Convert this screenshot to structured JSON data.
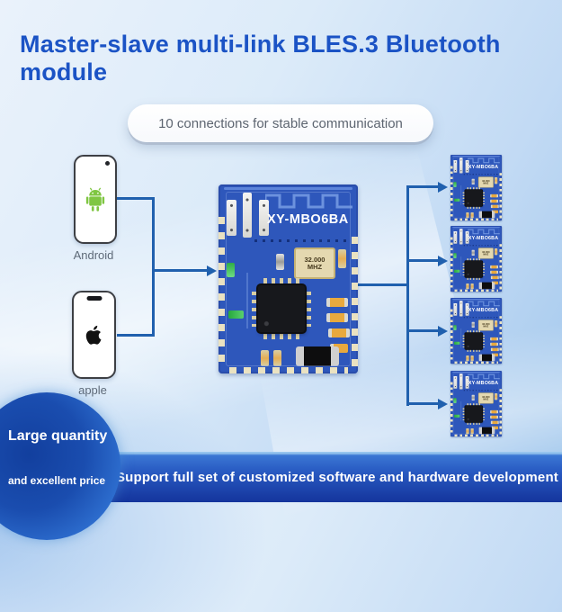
{
  "title": "Master-slave multi-link BLES.3 Bluetooth module",
  "banner": {
    "text": "10 connections for stable communication"
  },
  "devices": {
    "android_label": "Android",
    "apple_label": "apple"
  },
  "module": {
    "name": "XY-MBO6BA",
    "crystal_freq": "32.000",
    "crystal_unit": "MHZ"
  },
  "slaves": {
    "count": 4
  },
  "badge": {
    "title": "Large quantity",
    "subtitle": "and excellent price"
  },
  "footer": {
    "text": "Support full set of customized software and hardware development"
  },
  "colors": {
    "title_blue": "#1b53c5",
    "line_blue": "#2060ae",
    "pcb_blue": "#2e57bb",
    "castellation_cream": "#eae2c1",
    "android_green": "#7fc642",
    "footer_top": "#3b77d4",
    "footer_bottom": "#14349c",
    "badge_circle_blue": "#1a4daf"
  }
}
